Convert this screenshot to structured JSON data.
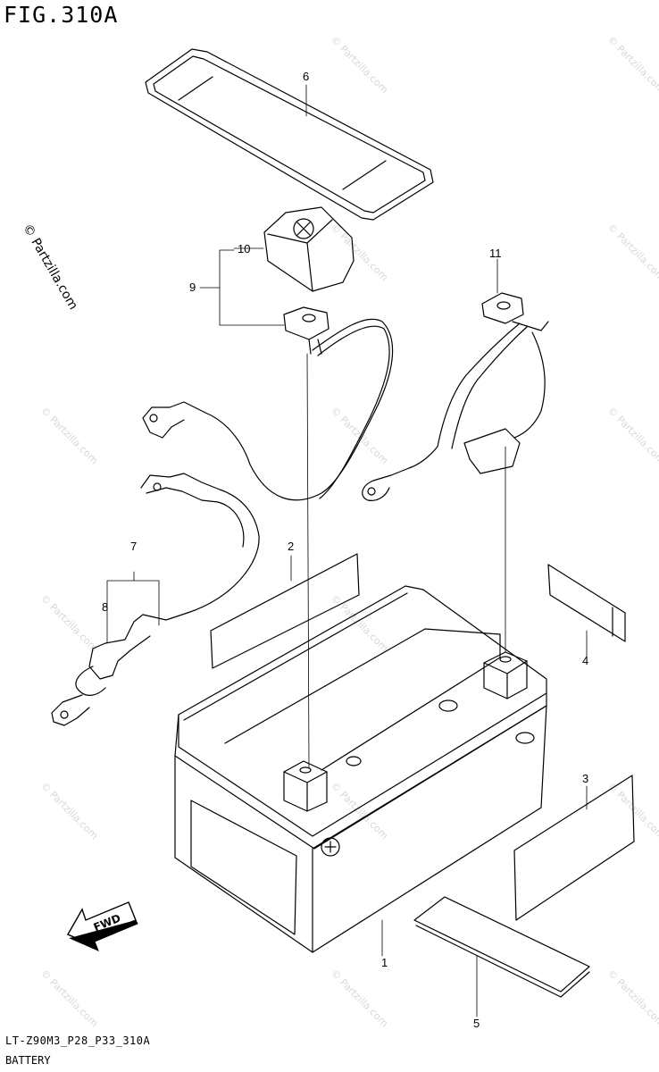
{
  "header": {
    "figure": "FIG.310A"
  },
  "footer": {
    "code": "LT-Z90M3_P28_P33_310A",
    "caption": "BATTERY"
  },
  "watermark": "© Partzilla.com",
  "fwd_label": "FWD",
  "callouts": [
    "1",
    "2",
    "3",
    "4",
    "5",
    "6",
    "7",
    "8",
    "9",
    "10",
    "11"
  ]
}
